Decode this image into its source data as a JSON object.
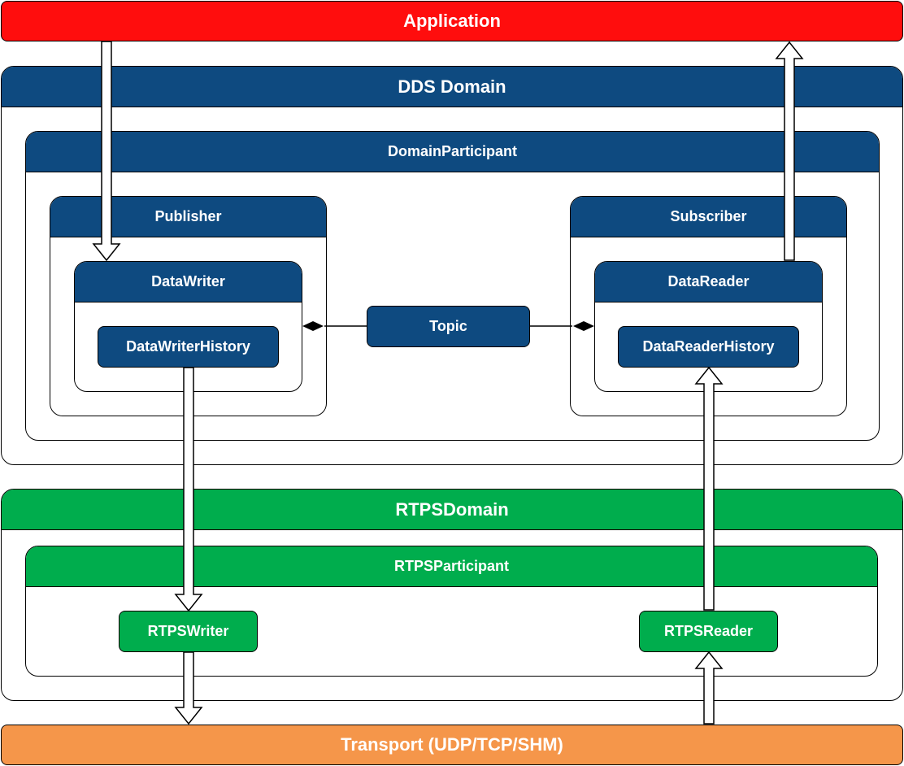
{
  "colors": {
    "application": "#ff0d0d",
    "dds_blue": "#0e4a80",
    "rtps_green": "#00ad4d",
    "transport": "#f5964a"
  },
  "application": {
    "label": "Application"
  },
  "dds_domain": {
    "label": "DDS Domain",
    "participant": {
      "label": "DomainParticipant",
      "publisher": {
        "label": "Publisher",
        "writer": {
          "label": "DataWriter",
          "history": "DataWriterHistory"
        }
      },
      "subscriber": {
        "label": "Subscriber",
        "reader": {
          "label": "DataReader",
          "history": "DataReaderHistory"
        }
      },
      "topic": "Topic"
    }
  },
  "rtps_domain": {
    "label": "RTPSDomain",
    "participant": {
      "label": "RTPSParticipant",
      "writer": "RTPSWriter",
      "reader": "RTPSReader"
    }
  },
  "transport": {
    "label": "Transport (UDP/TCP/SHM)"
  }
}
